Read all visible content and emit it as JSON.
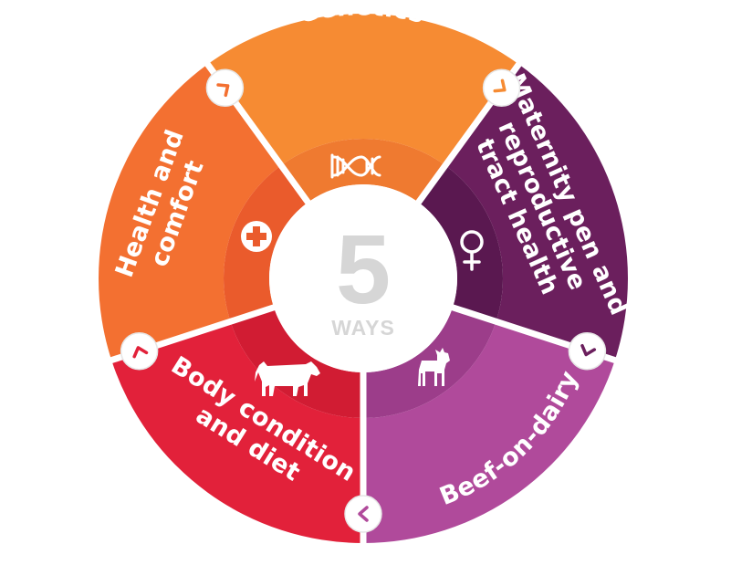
{
  "center": {
    "number": "5",
    "label": "WAYS"
  },
  "segments": [
    {
      "id": "genetics",
      "lines": [
        "Genetics"
      ],
      "outer": "#f68b33",
      "inner": "#ef7a30",
      "icon": "dna-icon"
    },
    {
      "id": "maternity",
      "lines": [
        "Maternity pen and",
        "reproductive",
        "tract health"
      ],
      "outer": "#6b1f5d",
      "inner": "#5a1850",
      "icon": "female-symbol-icon"
    },
    {
      "id": "beef",
      "lines": [
        "Beef-on-dairy"
      ],
      "outer": "#b04a9b",
      "inner": "#9c3d8a",
      "icon": "calf-icon"
    },
    {
      "id": "body",
      "lines": [
        "Body condition",
        "and diet"
      ],
      "outer": "#e2213a",
      "inner": "#d11c33",
      "icon": "cow-icon"
    },
    {
      "id": "health",
      "lines": [
        "Health and",
        "comfort"
      ],
      "outer": "#f37031",
      "inner": "#ea5b2c",
      "icon": "medical-cross-icon"
    }
  ],
  "connectors": [
    {
      "id": "health-to-genetics",
      "color": "#f37031",
      "icon": "chevron-icon"
    },
    {
      "id": "genetics-to-maternity",
      "color": "#f68b33",
      "icon": "chevron-icon"
    },
    {
      "id": "maternity-to-beef",
      "color": "#6b1f5d",
      "icon": "chevron-icon"
    },
    {
      "id": "beef-to-body",
      "color": "#b04a9b",
      "icon": "chevron-icon"
    },
    {
      "id": "body-to-health",
      "color": "#e2213a",
      "icon": "chevron-icon"
    }
  ]
}
